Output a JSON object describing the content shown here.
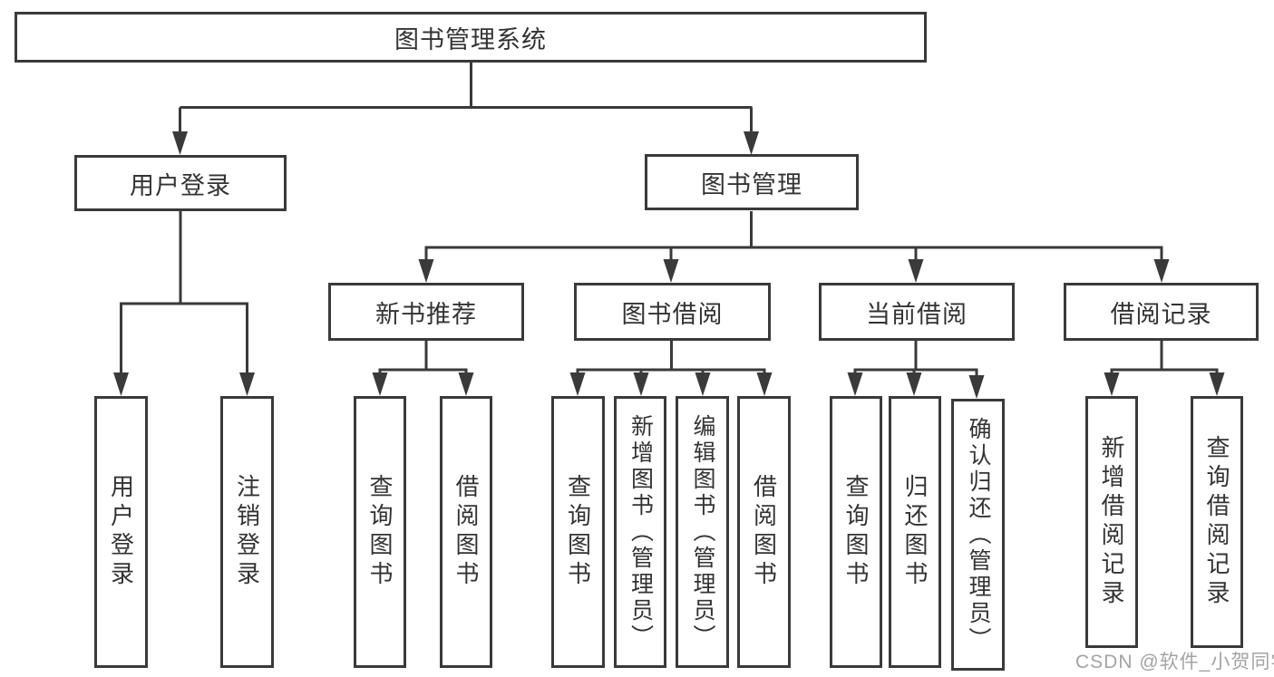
{
  "diagram": {
    "type": "tree-flowchart",
    "colors": {
      "line": "#3a3a3a",
      "box_border": "#3a3a3a",
      "text": "#333333",
      "background": "#ffffff",
      "watermark": "#a3a3a3"
    },
    "watermark": "CSDN @软件_小贺同学",
    "nodes": {
      "root": {
        "label": "图书管理系统"
      },
      "user_login": {
        "label": "用户登录"
      },
      "book_mgmt": {
        "label": "图书管理"
      },
      "new_book_rec": {
        "label": "新书推荐"
      },
      "book_borrow": {
        "label": "图书借阅"
      },
      "current_borrow": {
        "label": "当前借阅"
      },
      "borrow_record": {
        "label": "借阅记录"
      },
      "user_login_leaf": {
        "label": "用户登录"
      },
      "logout_leaf": {
        "label": "注销登录"
      },
      "query_book_1": {
        "label": "查询图书"
      },
      "borrow_book_1": {
        "label": "借阅图书"
      },
      "query_book_2": {
        "label": "查询图书"
      },
      "add_book": {
        "label": "新增图书（管理员）"
      },
      "edit_book": {
        "label": "编辑图书（管理员）"
      },
      "borrow_book_2": {
        "label": "借阅图书"
      },
      "query_book_3": {
        "label": "查询图书"
      },
      "return_book": {
        "label": "归还图书"
      },
      "confirm_return": {
        "label": "确认归还（管理员）"
      },
      "add_record": {
        "label": "新增借阅记录"
      },
      "query_record": {
        "label": "查询借阅记录"
      }
    },
    "structure": {
      "root": "图书管理系统",
      "children": [
        {
          "label": "用户登录",
          "children": [
            "用户登录",
            "注销登录"
          ]
        },
        {
          "label": "图书管理",
          "children": [
            {
              "label": "新书推荐",
              "children": [
                "查询图书",
                "借阅图书"
              ]
            },
            {
              "label": "图书借阅",
              "children": [
                "查询图书",
                "新增图书（管理员）",
                "编辑图书（管理员）",
                "借阅图书"
              ]
            },
            {
              "label": "当前借阅",
              "children": [
                "查询图书",
                "归还图书",
                "确认归还（管理员）"
              ]
            },
            {
              "label": "借阅记录",
              "children": [
                "新增借阅记录",
                "查询借阅记录"
              ]
            }
          ]
        }
      ]
    }
  }
}
